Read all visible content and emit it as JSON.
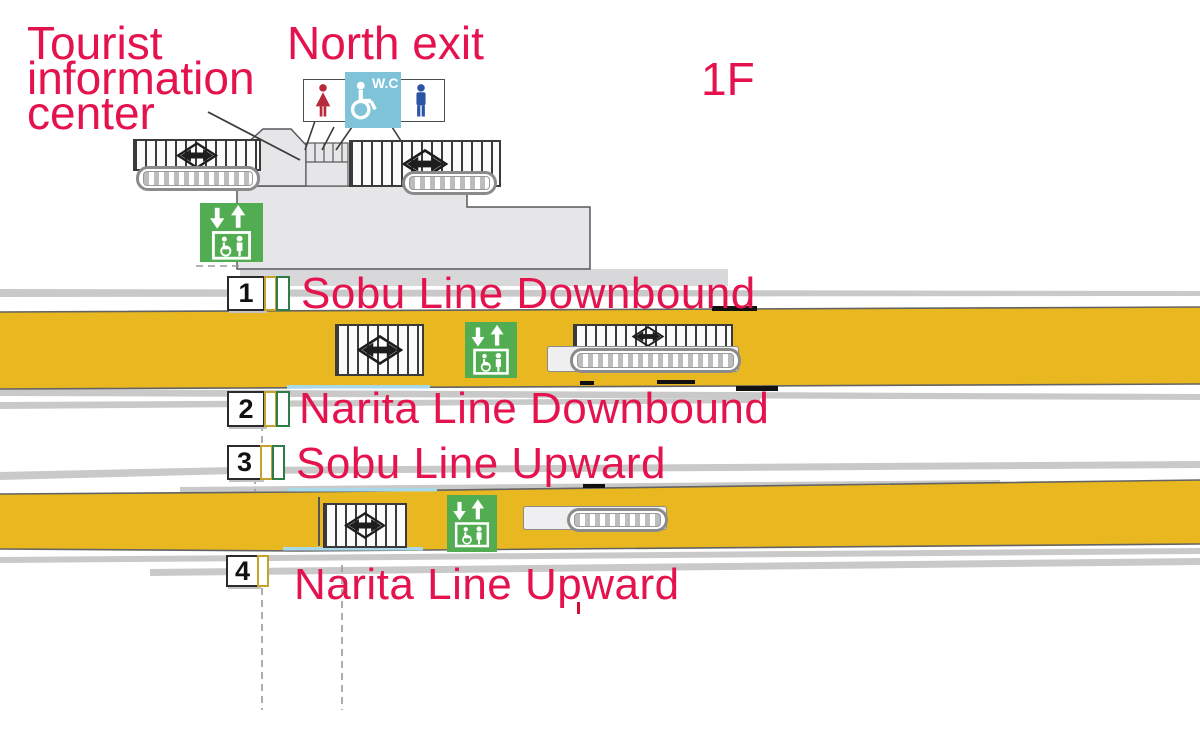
{
  "floor_label": "1F",
  "labels": {
    "tourist_info_lines": [
      "Tourist",
      "information",
      "center"
    ],
    "north_exit": "North exit"
  },
  "restroom": {
    "sign_label": "W.C"
  },
  "platforms": [
    {
      "number": "1",
      "line": "Sobu Line Downbound"
    },
    {
      "number": "2",
      "line": "Narita Line Downbound"
    },
    {
      "number": "3",
      "line": "Sobu Line Upward"
    },
    {
      "number": "4",
      "line": "Narita Line Upward"
    }
  ],
  "icons": {
    "stairs": "striped band with double-headed-arrow diamond",
    "escalator": "dotted capsule band",
    "elevator": "green box with down/up arrows, wheelchair and person",
    "restroom_female": "red female silhouette",
    "restroom_male": "blue male silhouette",
    "wheelchair": "white wheelchair symbol"
  },
  "colors": {
    "accent_pink": "#e4134e",
    "platform_yellow": "#e9b71f",
    "track_gray": "#c9c9c9",
    "building_gray": "#e6e6e8",
    "elevator_green": "#52ad52",
    "restroom_blue": "#7fc3d9",
    "female_red": "#b72a3c",
    "male_blue": "#2a54a5"
  }
}
